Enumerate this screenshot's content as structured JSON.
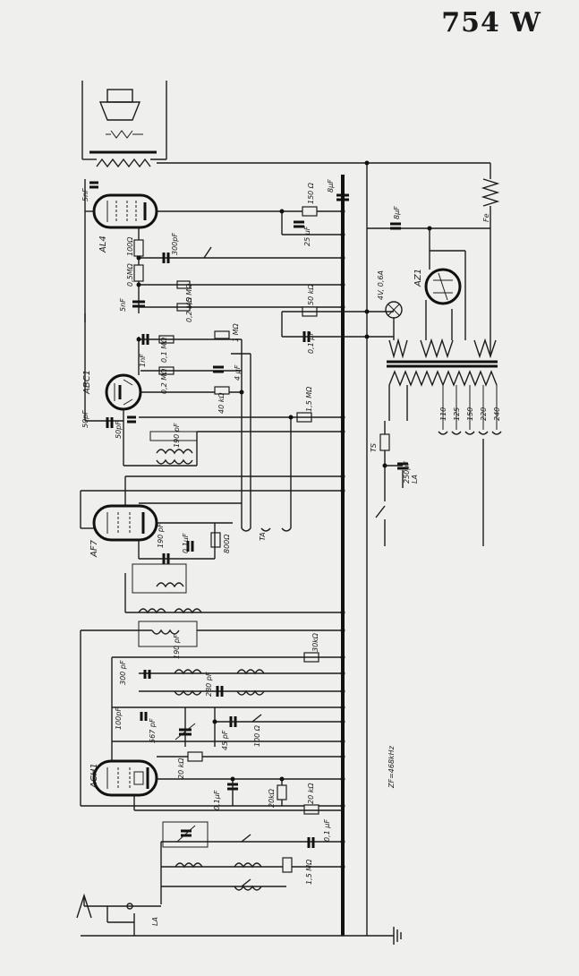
{
  "title": "754 W",
  "tubes": [
    "AL4",
    "ABC1",
    "AF7",
    "ACH1",
    "AZ1"
  ],
  "labels": {
    "ta": "TA",
    "la": "LA",
    "la2": "LA",
    "zf": "ZF=468kHz",
    "fe": "Fe",
    "lamp": "4V, 0,6A",
    "ts": "TS"
  },
  "components": {
    "c_5nf_top": "5nF",
    "r_100": "100Ω",
    "c_300pf": "300pF",
    "r_05m": "0,5MΩ",
    "r_05m2": "0,5 MΩ",
    "r_02m": "0,2 MΩ",
    "c_5nf": "5nF",
    "r_150": "150 Ω",
    "c_8uf": "8µF",
    "c_25uf": "25 µF",
    "r_50k": "50 kΩ",
    "c_01uf": "0,1 µF",
    "r_01m": "0,1 MΩ",
    "c_1nf": "1nF",
    "r_02m2": "0,2 MΩ",
    "c_4uf": "4 µF",
    "r_40k": "40 kΩ",
    "r_15m": "1,5 MΩ",
    "r_1m": "1 MΩ",
    "c_50pf_a": "50pF",
    "c_50pf_b": "50pF",
    "c_190pf": "190 pF",
    "c_190pf2": "190 pF",
    "c_01uf2": "0,1µF",
    "r_800": "800Ω",
    "c_190pf3": "190 pF",
    "r_30k": "30kΩ",
    "c_300pf2": "300 pF",
    "c_100pf": "100pF",
    "c_280pf": "280 pF",
    "c_567pf": "567 pF",
    "c_45pf": "45 pF",
    "r_100ohm": "100 Ω",
    "r_20k": "20 kΩ",
    "c_01uf3": "0,1µF",
    "r_20k2": "20kΩ",
    "r_20k3": "20 kΩ",
    "c_01uf4": "0,1 µF",
    "r_15m2": "1,5 MΩ",
    "c_8uf2": "8µF",
    "c_250pf": "250pF"
  },
  "voltages": [
    "110",
    "125",
    "150",
    "220",
    "240"
  ]
}
